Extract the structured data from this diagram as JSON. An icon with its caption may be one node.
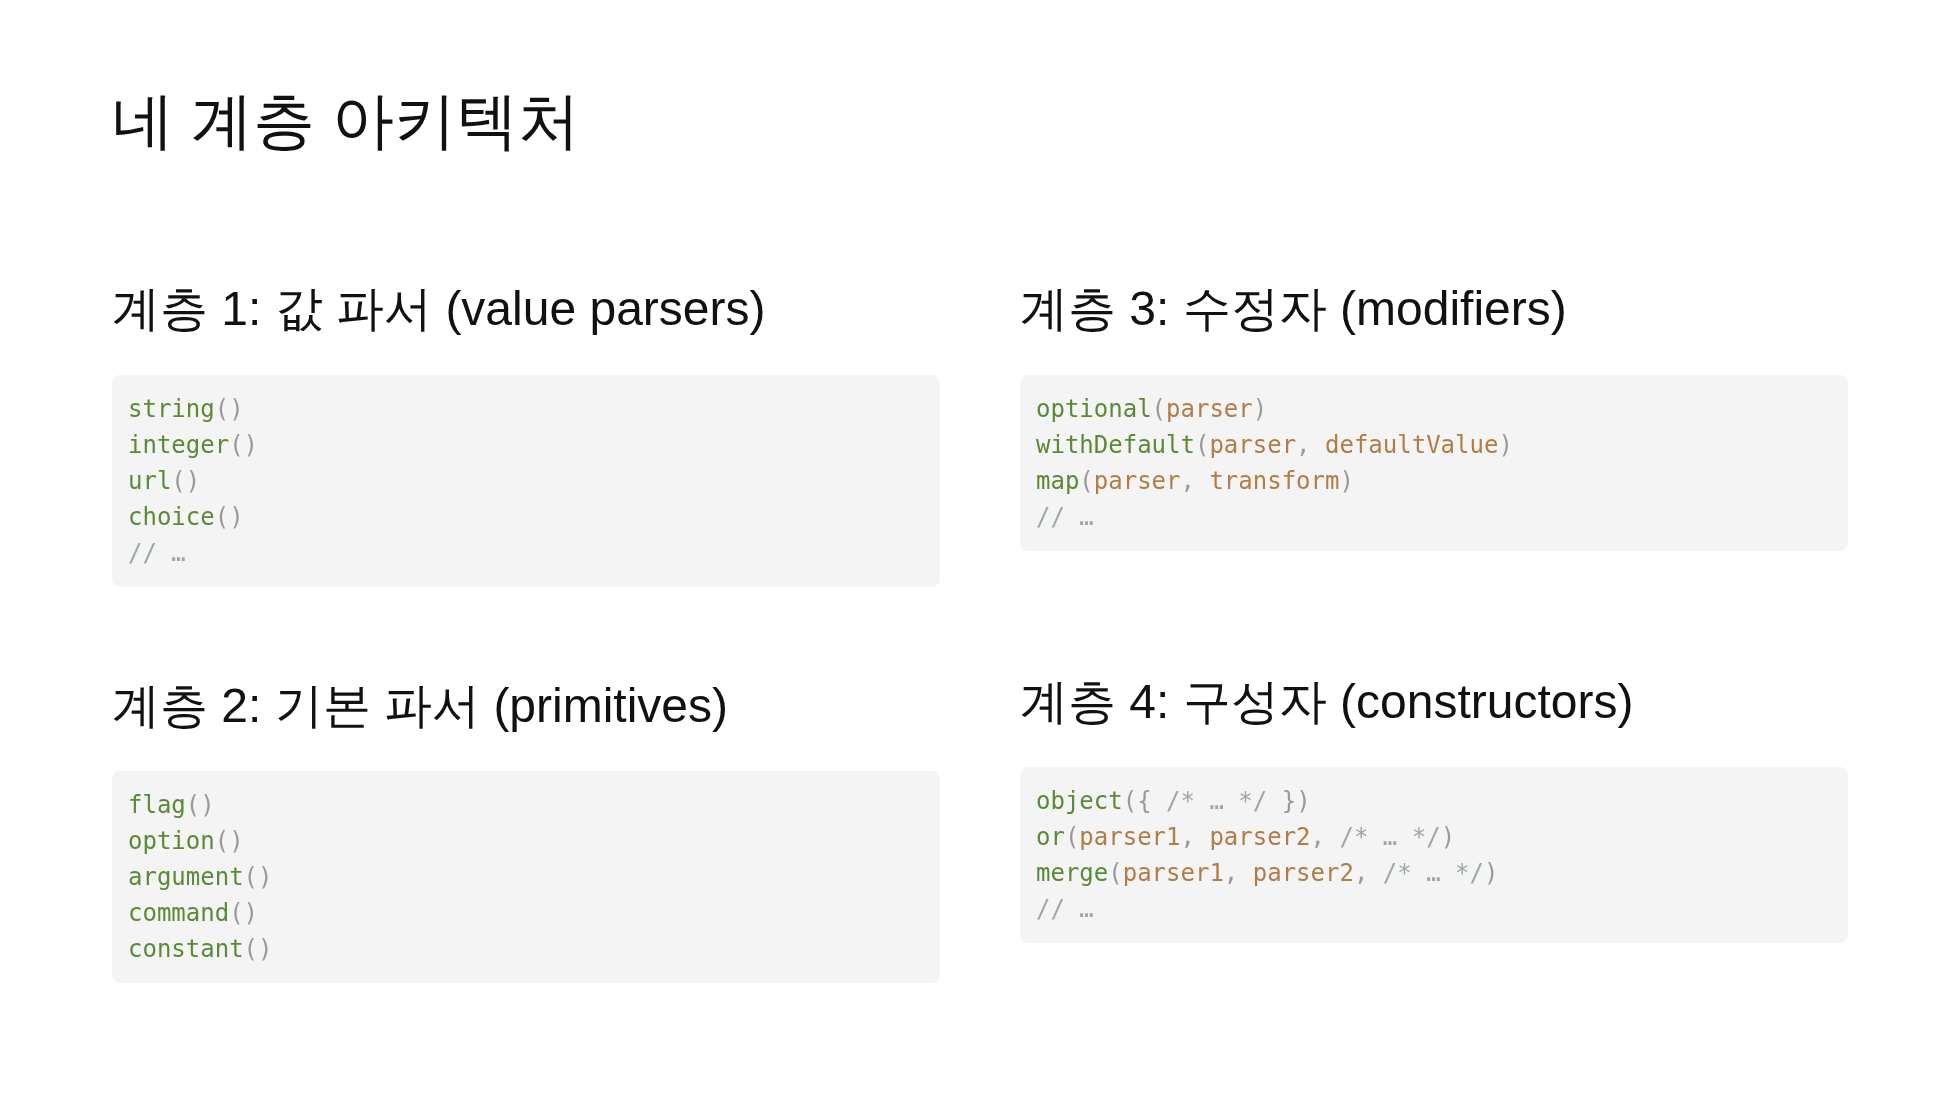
{
  "diagram": {
    "title": "네 계층 아키텍처",
    "nodes": [
      {
        "text": [
          "계층 1: 값 파서 (value parsers)",
          "string()",
          "integer()",
          "url()",
          "choice()",
          "// …"
        ]
      },
      {
        "text": [
          "계층 2: 기본 파서 (primitives)",
          "flag()",
          "option()",
          "argument()",
          "command()",
          "constant()"
        ]
      },
      {
        "text": [
          "계층 3: 수정자 (modifiers)",
          "optional(parser)",
          "withDefault(parser, defaultValue)",
          "map(parser, transform)",
          "// …"
        ]
      },
      {
        "text": [
          "계층 4: 구성자 (constructors)",
          "object({ /* … */ })",
          "or(parser1, parser2, /* … */)",
          "merge(parser1, parser2, /* … */)",
          "// …"
        ]
      }
    ]
  }
}
